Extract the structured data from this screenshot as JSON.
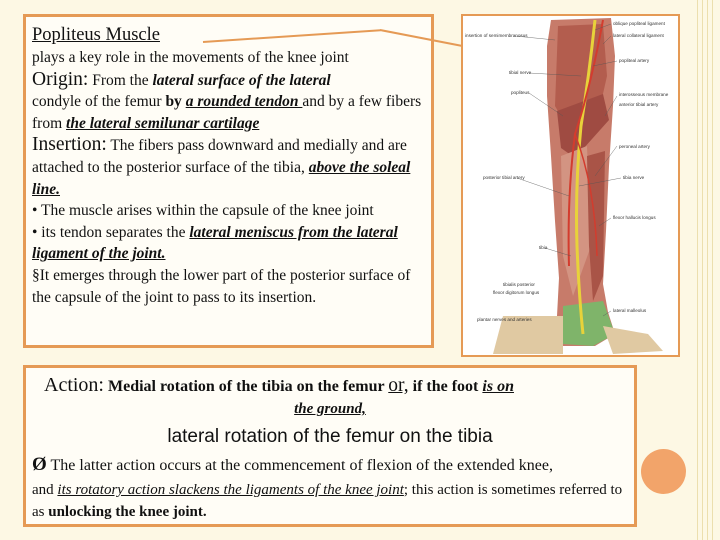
{
  "title": "Popliteus Muscle",
  "intro": "plays a key role in the movements of the knee joint",
  "origin": {
    "label": "Origin:",
    "t1": " From the ",
    "t2": "lateral surface of the lateral",
    "t3": "condyle of the femur ",
    "t4": "by ",
    "t5": "a rounded tendon ",
    "t6": "and by a few fibers from ",
    "t7": "the lateral semilunar cartilage"
  },
  "insertion": {
    "label": "Insertion:",
    "t1": " The fibers pass downward and medially and are attached to the posterior surface of the tibia, ",
    "t2": "above the soleal line."
  },
  "bullets": {
    "b1": "• The muscle arises within the capsule of the knee joint",
    "b2a": "• its tendon separates the ",
    "b2b": "lateral meniscus from the lateral ligament of the joint.",
    "b3": "§It emerges through the lower part of the posterior surface of the capsule of the joint to pass to its insertion."
  },
  "action": {
    "label": "Action:",
    "t1": " Medial rotation of the tibia on the femur ",
    "or": "or,",
    "t2": " if the foot ",
    "t3": "is on",
    "t4": "the ground,",
    "line2": "lateral rotation of the femur on the tibia",
    "arrow": "Ø",
    "line3": " The latter action occurs at the commencement of flexion of the extended knee,",
    "line4a": "and ",
    "line4b": "its rotatory action slackens the ligaments of the knee joint",
    "line4c": "; this action is sometimes referred to as ",
    "line4d": "unlocking the knee joint."
  },
  "figure": {
    "labels": {
      "l1": "oblique popliteal ligament",
      "l2": "insertion of semimembranosus",
      "l3": "lateral collateral ligament",
      "l4": "popliteal artery",
      "l5": "tibial nerve",
      "l6": "popliteus",
      "l7": "interosseous membrane",
      "l8": "anterior tibial artery",
      "l9": "peroneal artery",
      "l10": "posterior tibial artery",
      "l11": "tibia nerve",
      "l12": "flexor hallucis longus",
      "l13": "tibia",
      "l14": "tibialis posterior",
      "l15": "flexor digitorum longus",
      "l16": "lateral malleolus",
      "l17": "plantar nerves and arteries"
    }
  }
}
